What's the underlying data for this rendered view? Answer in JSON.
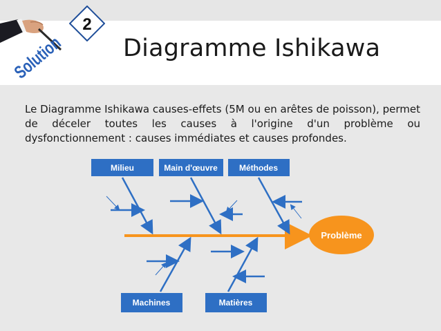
{
  "header": {
    "step_number": "2",
    "title": "Diagramme Ishikawa",
    "logo_text": "Solution"
  },
  "intro": {
    "text": "Le Diagramme Ishikawa causes-effets (5M ou en arêtes de poisson), permet de déceler toutes les causes à l'origine d'un problème ou dysfonctionnement : causes immédiates et causes profondes."
  },
  "diagram": {
    "effect": "Problème",
    "top_categories": [
      "Milieu",
      "Main d'œuvre",
      "Méthodes"
    ],
    "bottom_categories": [
      "Machines",
      "Matières"
    ],
    "colors": {
      "box": "#2e6fc4",
      "spine": "#f7941d",
      "effect": "#f7941d",
      "arrow": "#2e6fc4"
    }
  }
}
